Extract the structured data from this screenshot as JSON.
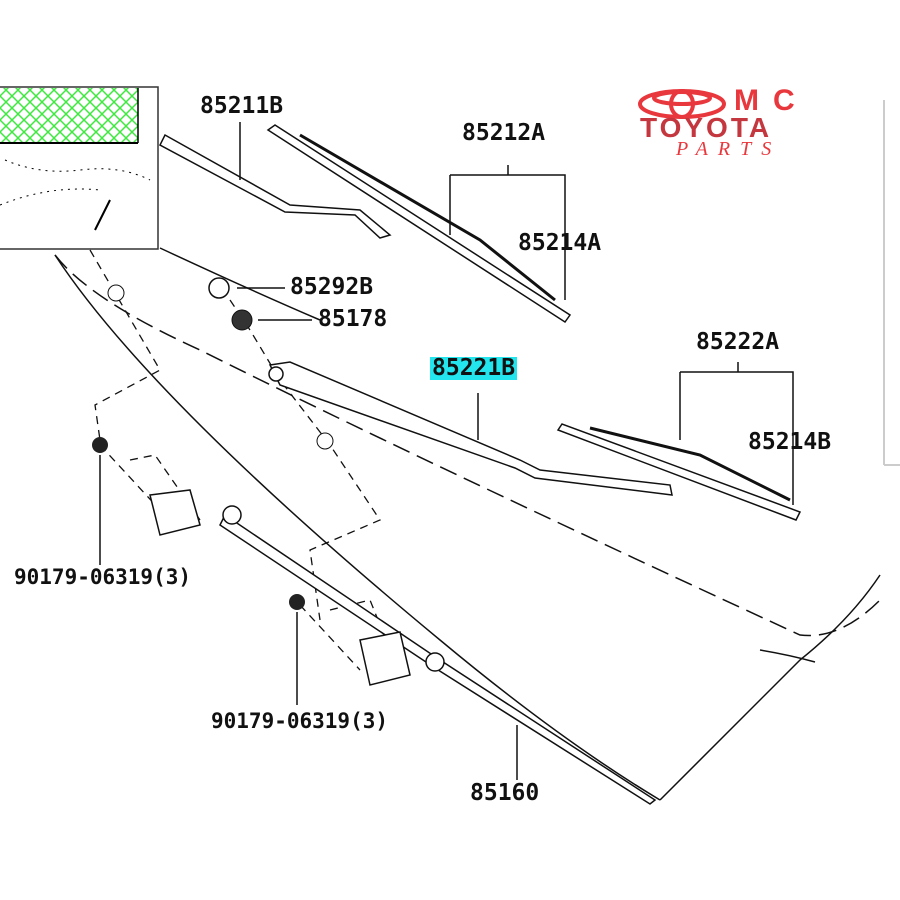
{
  "logo": {
    "line1": "MC",
    "line2": "TOYOTA",
    "line3": "PARTS"
  },
  "labels": {
    "p85211b": "85211B",
    "p85212a": "85212A",
    "p85214a": "85214A",
    "p85292b": "85292B",
    "p85178": "85178",
    "p85221b": "85221B",
    "p85222a": "85222A",
    "p85214b": "85214B",
    "p90179_a": "90179-06319(3)",
    "p90179_b": "90179-06319(3)",
    "p85160": "85160"
  },
  "colors": {
    "highlight": "#22e5ee",
    "logo_red": "#e8383d",
    "inset_hatch": "#3ee83e"
  }
}
